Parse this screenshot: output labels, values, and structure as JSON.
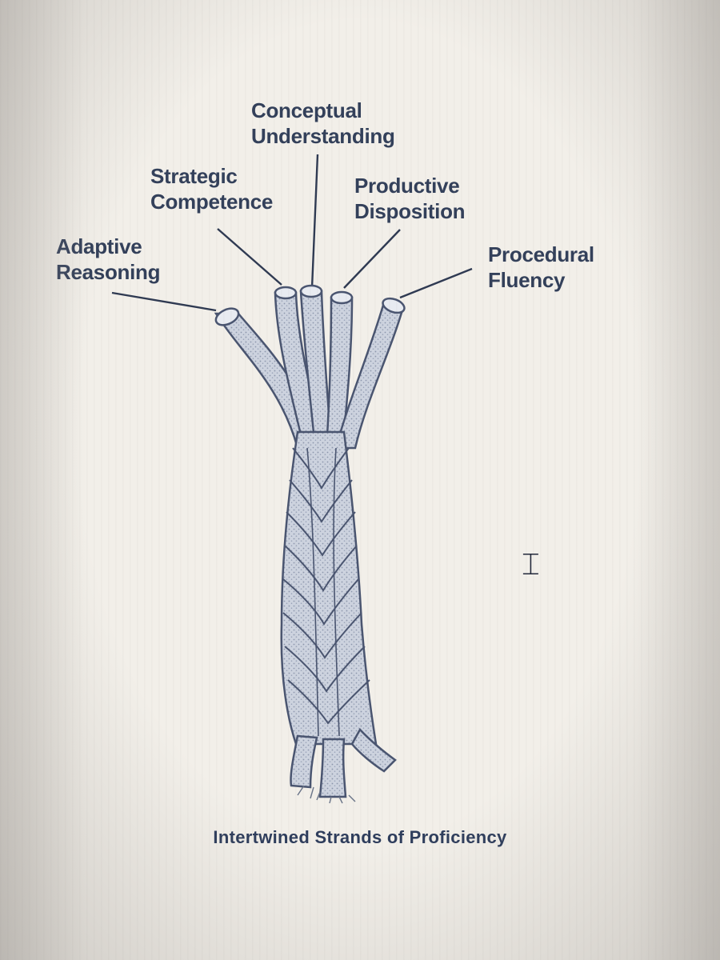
{
  "strands": [
    {
      "lines": [
        "Conceptual",
        "Understanding"
      ]
    },
    {
      "lines": [
        "Strategic",
        "Competence"
      ]
    },
    {
      "lines": [
        "Productive",
        "Disposition"
      ]
    },
    {
      "lines": [
        "Adaptive",
        "Reasoning"
      ]
    },
    {
      "lines": [
        "Procedural",
        "Fluency"
      ]
    }
  ],
  "caption": "Intertwined Strands of Proficiency",
  "colors": {
    "strand_fill": "#c9cfdc",
    "strand_outline": "#4a5570",
    "text": "#33405a"
  },
  "icons": {
    "cursor": "text-cursor-icon"
  }
}
